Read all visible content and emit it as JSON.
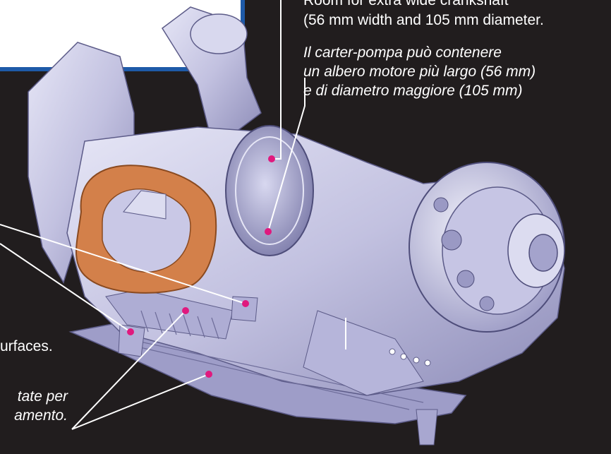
{
  "annotations": {
    "crankshaft_en": [
      "Room for extra wide crankshaft",
      "(56 mm width and 105 mm diameter."
    ],
    "crankshaft_it": [
      "Il carter-pompa può contenere",
      "un albero motore più largo (56 mm)",
      "e di diametro maggiore (105 mm)"
    ],
    "surfaces_en": "urfaces.",
    "surfaces_it": [
      "tate per",
      "amento."
    ]
  },
  "colors": {
    "background": "#211d1e",
    "part_body": "#c9c8e6",
    "gasket": "#d3804a",
    "leader_lines": "#ffffff",
    "callout_dots": "#e0197e",
    "inset_border": "#1e5aa8"
  }
}
